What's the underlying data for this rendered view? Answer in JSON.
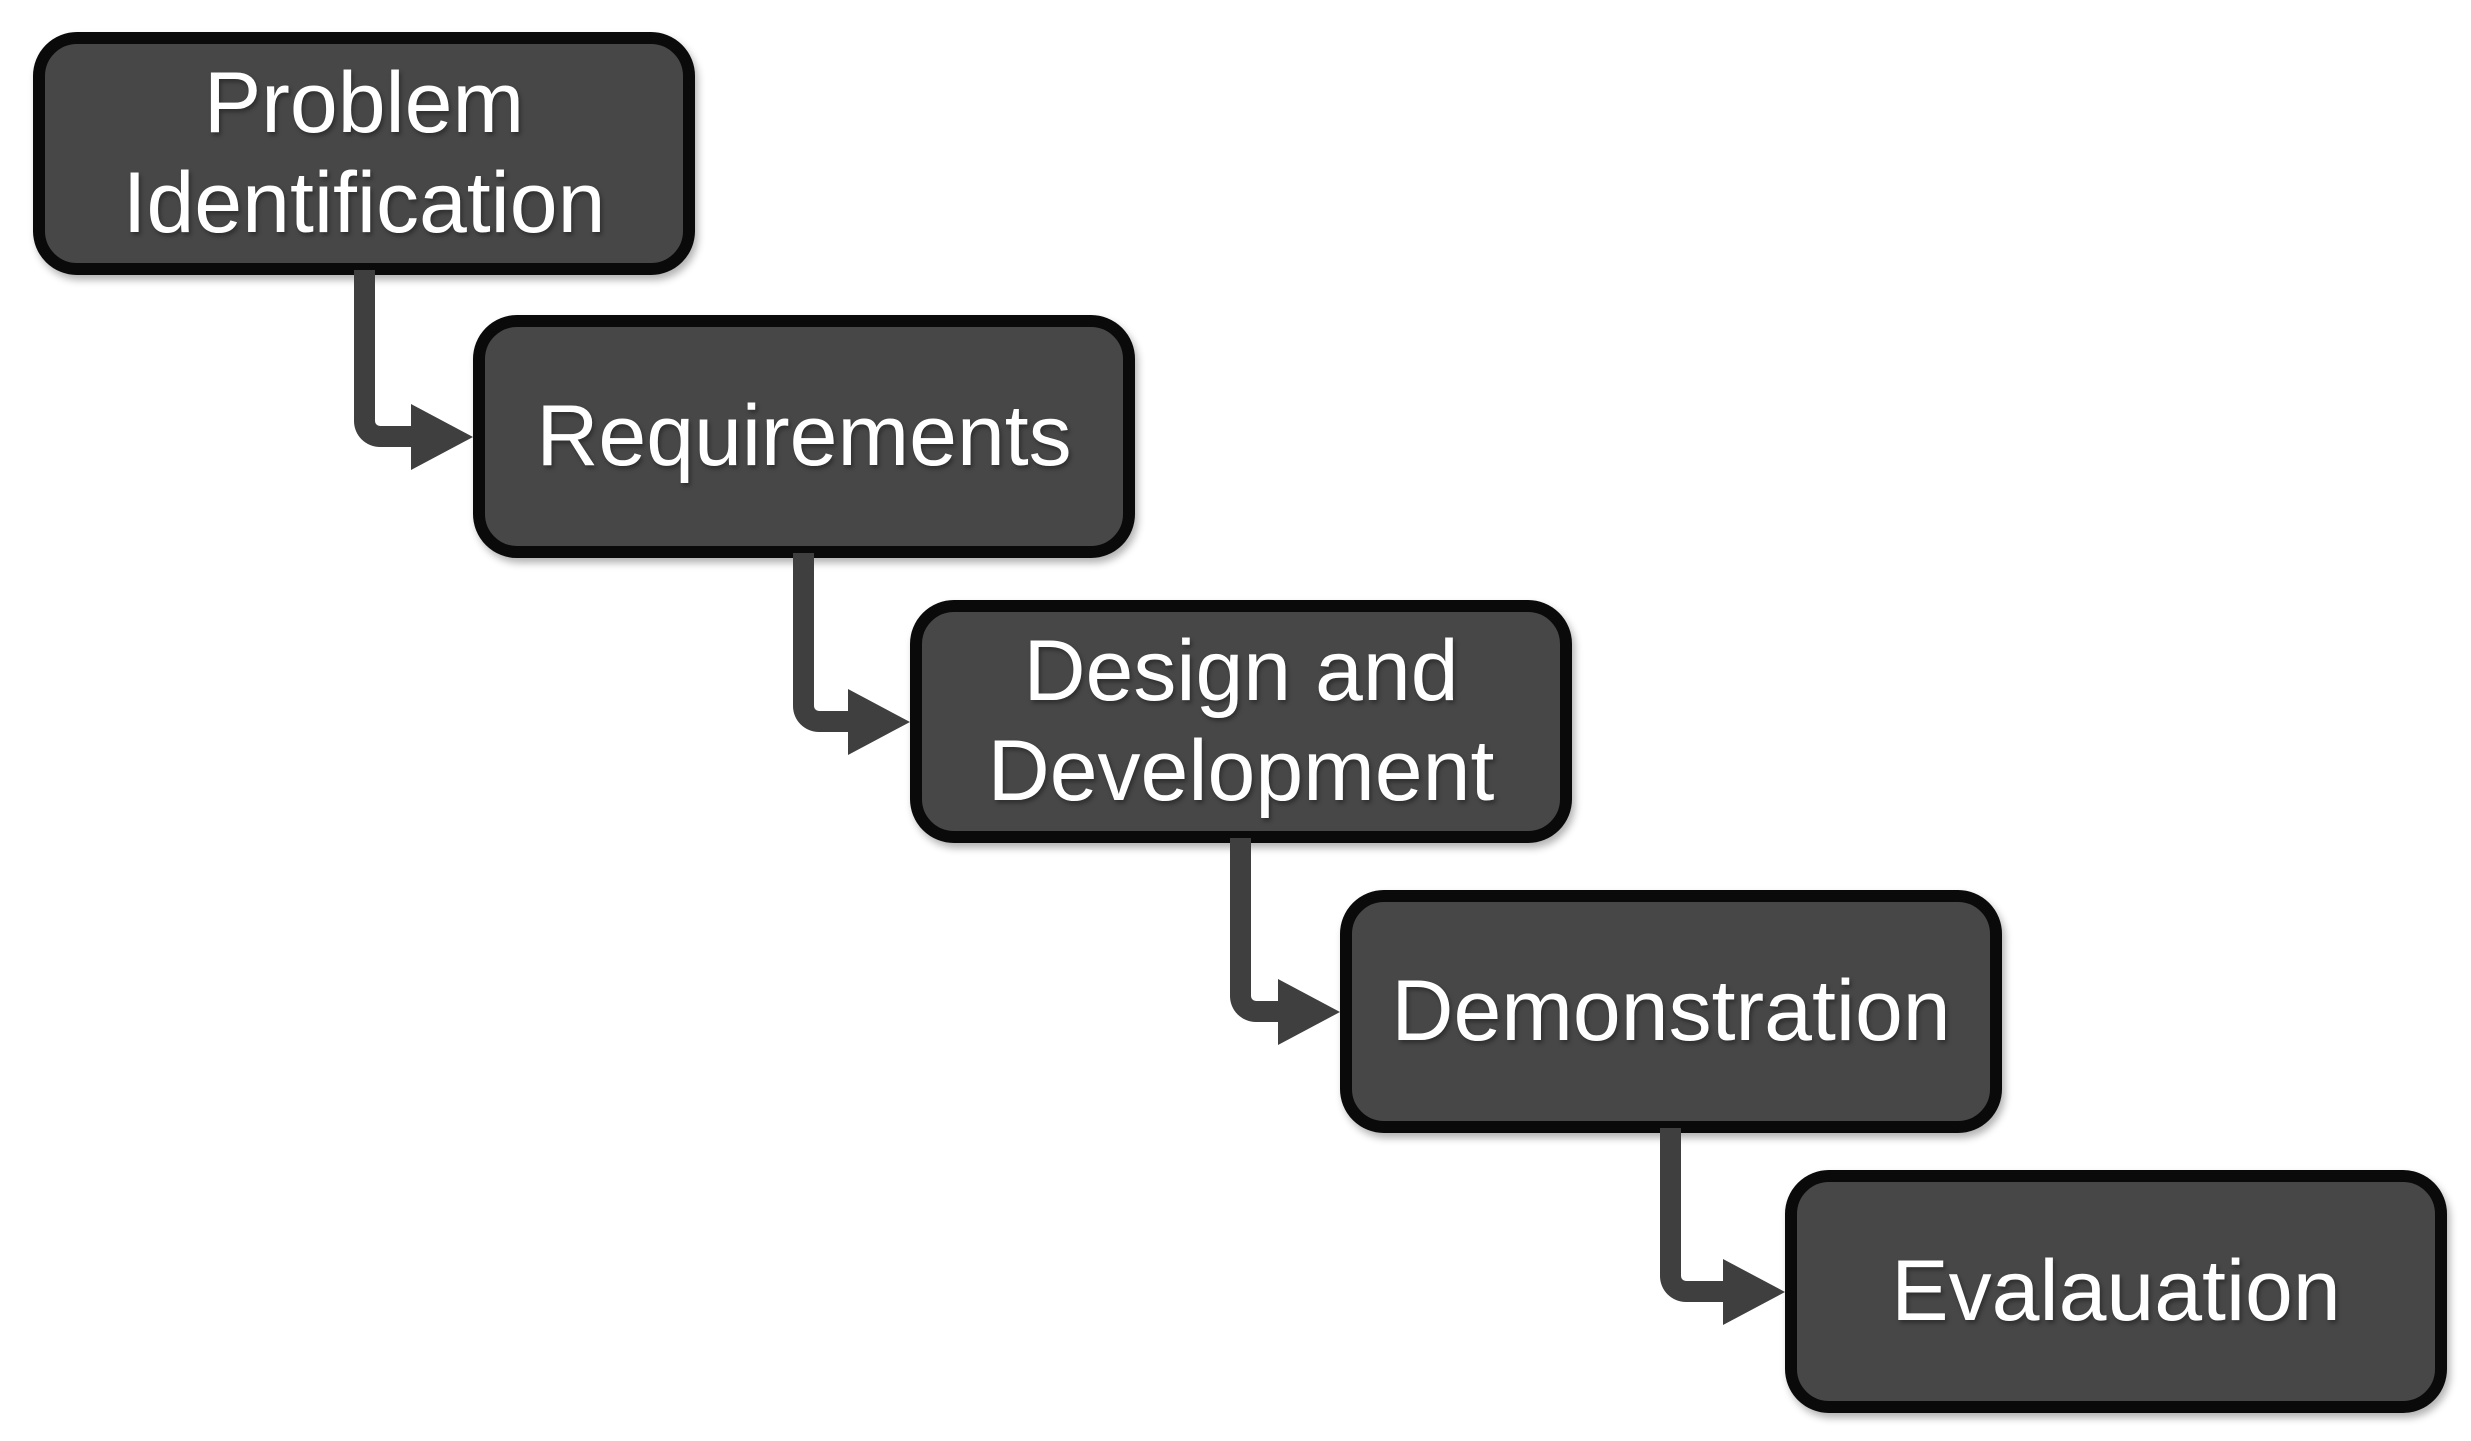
{
  "diagram": {
    "type": "waterfall-flowchart",
    "steps": [
      {
        "label": "Problem\nIdentification"
      },
      {
        "label": "Requirements"
      },
      {
        "label": "Design and\nDevelopment"
      },
      {
        "label": "Demonstration"
      },
      {
        "label": "Evalauation"
      }
    ],
    "connections": [
      {
        "from": 1,
        "to": 2
      },
      {
        "from": 2,
        "to": 3
      },
      {
        "from": 3,
        "to": 4
      },
      {
        "from": 4,
        "to": 5
      }
    ]
  },
  "colors": {
    "background": "#ffffff",
    "node-fill": "#474747",
    "node-border": "#0a0a0a",
    "node-text": "#ffffff",
    "arrow": "#3f3f3f"
  }
}
